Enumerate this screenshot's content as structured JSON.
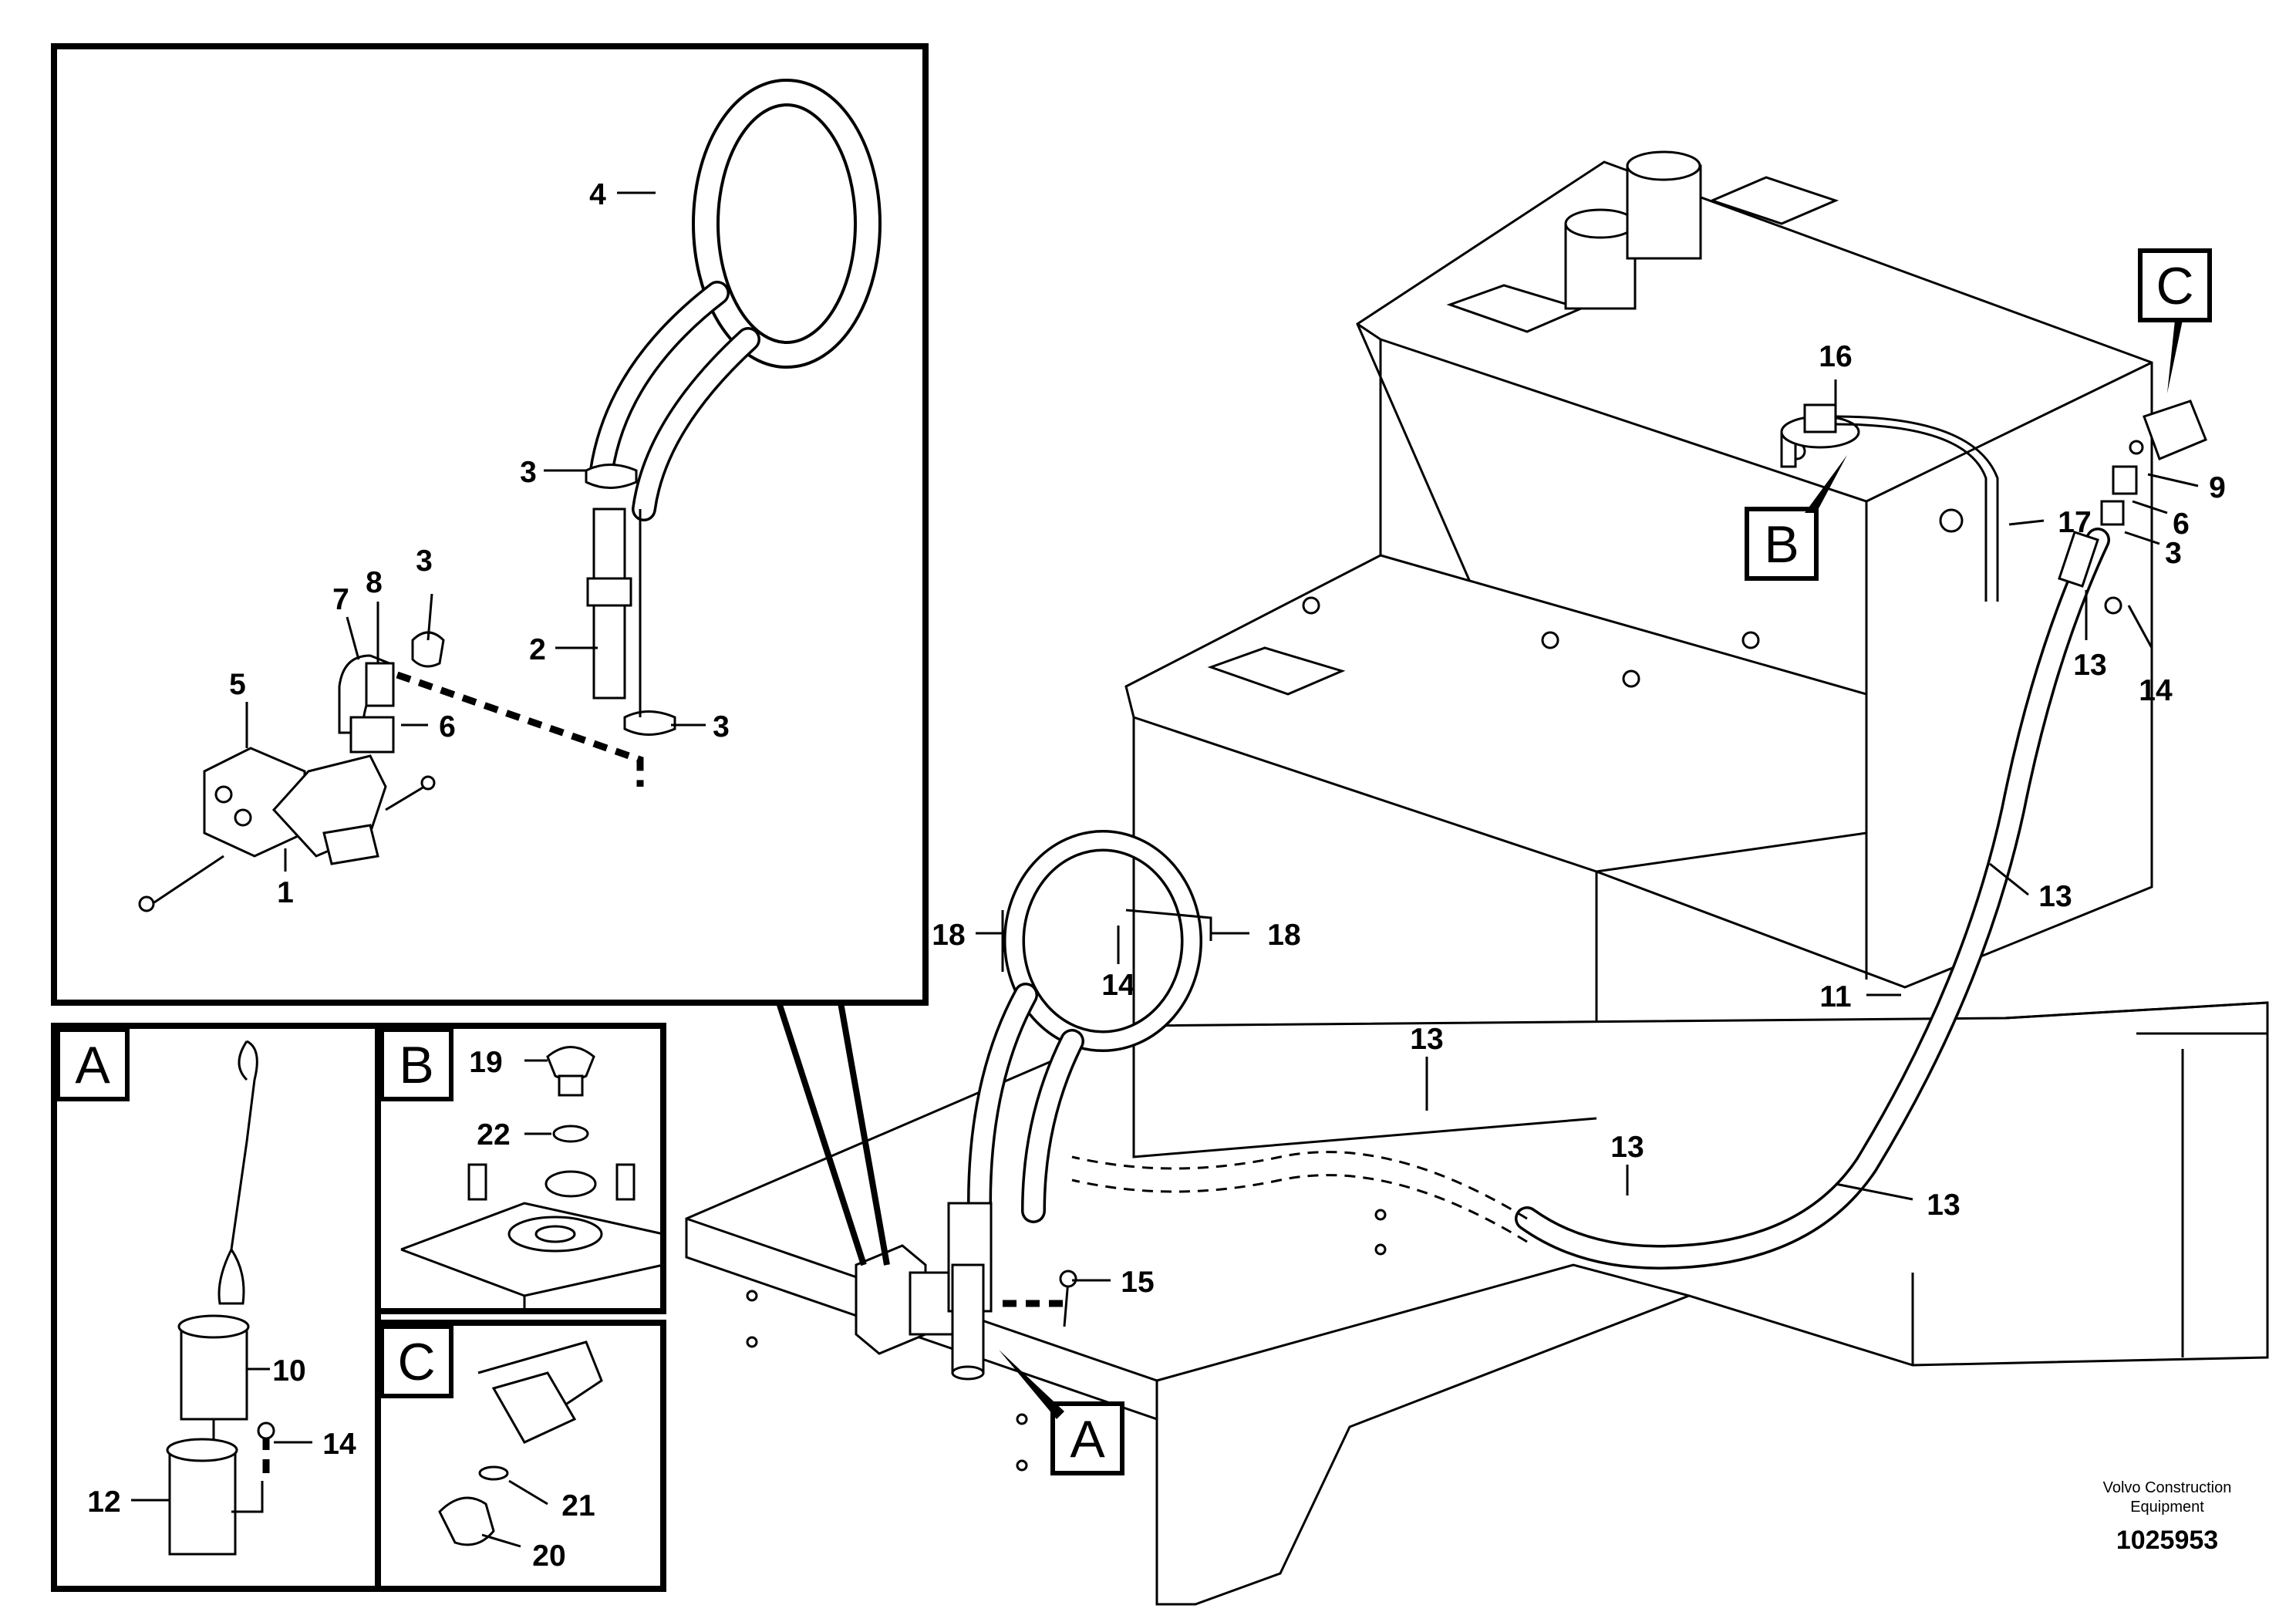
{
  "labels": {
    "inset_main": [
      {
        "id": "4",
        "text": "4"
      },
      {
        "id": "3a",
        "text": "3"
      },
      {
        "id": "3b",
        "text": "3"
      },
      {
        "id": "3c",
        "text": "3"
      },
      {
        "id": "7",
        "text": "7"
      },
      {
        "id": "8",
        "text": "8"
      },
      {
        "id": "2",
        "text": "2"
      },
      {
        "id": "5",
        "text": "5"
      },
      {
        "id": "6",
        "text": "6"
      },
      {
        "id": "1",
        "text": "1"
      }
    ],
    "main": [
      {
        "id": "16",
        "text": "16"
      },
      {
        "id": "9",
        "text": "9"
      },
      {
        "id": "17",
        "text": "17"
      },
      {
        "id": "6m",
        "text": "6"
      },
      {
        "id": "3m",
        "text": "3"
      },
      {
        "id": "13a",
        "text": "13"
      },
      {
        "id": "14a",
        "text": "14"
      },
      {
        "id": "13b",
        "text": "13"
      },
      {
        "id": "11",
        "text": "11"
      },
      {
        "id": "18a",
        "text": "18"
      },
      {
        "id": "18b",
        "text": "18"
      },
      {
        "id": "14b",
        "text": "14"
      },
      {
        "id": "13c",
        "text": "13"
      },
      {
        "id": "13d",
        "text": "13"
      },
      {
        "id": "13e",
        "text": "13"
      },
      {
        "id": "15",
        "text": "15"
      }
    ],
    "inset_a": [
      {
        "id": "10",
        "text": "10"
      },
      {
        "id": "14c",
        "text": "14"
      },
      {
        "id": "12",
        "text": "12"
      }
    ],
    "inset_b": [
      {
        "id": "19",
        "text": "19"
      },
      {
        "id": "22",
        "text": "22"
      }
    ],
    "inset_c": [
      {
        "id": "21",
        "text": "21"
      },
      {
        "id": "20",
        "text": "20"
      }
    ]
  },
  "callouts": {
    "A_box": "A",
    "B_box": "B",
    "C_box": "C",
    "A_main": "A",
    "B_main": "B",
    "C_main": "C"
  },
  "footer": {
    "company_line1": "Volvo Construction",
    "company_line2": "Equipment",
    "drawing_number": "1025953"
  }
}
